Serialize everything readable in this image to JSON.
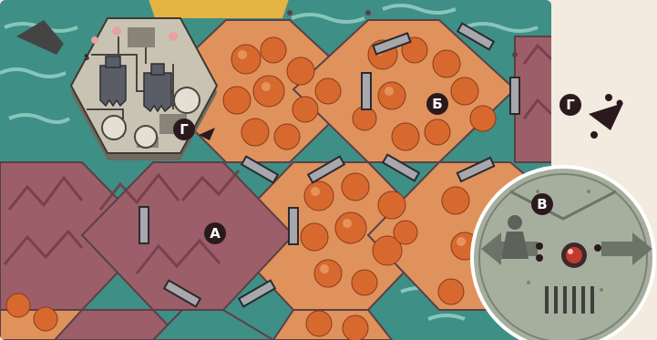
{
  "labels": {
    "a": "А",
    "b": "Б",
    "v": "В",
    "g_tile": "Г",
    "g_side": "Г"
  },
  "tile_number": "5",
  "colors": {
    "background": "#f3ebe0",
    "water": "#3e8f86",
    "water_light": "#7fc5b8",
    "forest": "#e0925c",
    "forest_tree": "#d8692e",
    "mountain": "#9c5e68",
    "mountain_ridge": "#6e3b45",
    "field": "#e3b443",
    "city_tile": "#c9c3b4",
    "wall_segment": "#a8a8ac",
    "hex_border": "#5a4046",
    "label_bg": "#2a1a1e",
    "label_text": "#ffffff",
    "mech_disc": "#a6ae9e",
    "mech_eye": "#c23a2e"
  },
  "icons": [
    "direction-arrow-icon",
    "gear-icon",
    "worker-meeple-icon",
    "arrow-left-icon",
    "arrow-right-icon",
    "mech-eye-icon",
    "vent-grille-icon"
  ]
}
